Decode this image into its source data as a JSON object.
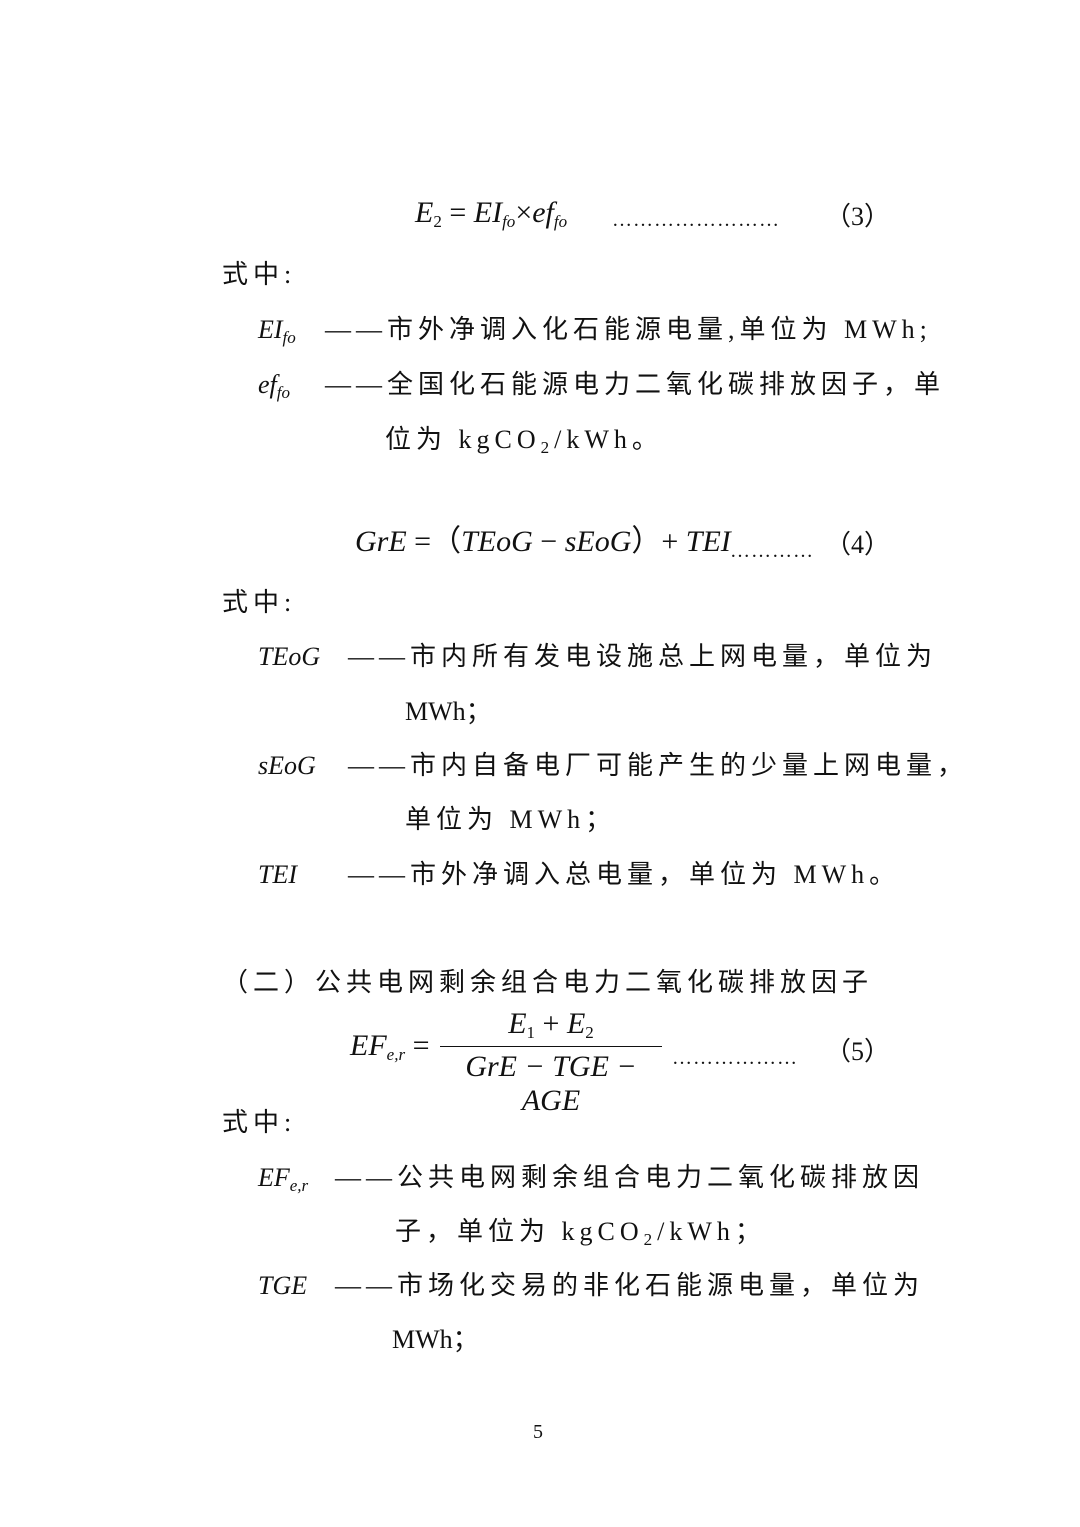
{
  "eq3": {
    "lhs": "E",
    "lhs_sub": "2",
    "eq": "=",
    "a": "EI",
    "a_sub": "fo",
    "op": "×",
    "b": "ef",
    "b_sub": "fo",
    "dots": "……………………",
    "num": "（3）"
  },
  "where1": "式中:",
  "defs1": [
    {
      "term": "EI",
      "term_sub": "fo",
      "dash": "——",
      "text": "市外净调入化石能源电量,单位为 MWh;"
    },
    {
      "term": "ef",
      "term_sub": "fo",
      "dash": "——",
      "text": "全国化石能源电力二氧化碳排放因子，单",
      "cont_pre": "位为 kgCO",
      "cont_sub": "2",
      "cont_post": "/kWh。"
    }
  ],
  "eq4": {
    "lhs": "GrE",
    "eq": " =（",
    "a": "TEoG",
    "minus": " − ",
    "b": "sEoG",
    "close": "）+ ",
    "c": "TEI",
    "dots": "…………",
    "num": "（4）"
  },
  "where2": "式中:",
  "defs2": [
    {
      "term": "TEoG",
      "dash": "——",
      "text": "市内所有发电设施总上网电量，单位为",
      "cont": "MWh；"
    },
    {
      "term": "sEoG",
      "dash": "——",
      "text": "市内自备电厂可能产生的少量上网电量，",
      "cont": "单位为 MWh；"
    },
    {
      "term": "TEI",
      "dash": "——",
      "text": "市外净调入总电量，单位为 MWh。"
    }
  ],
  "heading": "（二）公共电网剩余组合电力二氧化碳排放因子",
  "eq5": {
    "lhs": "EF",
    "lhs_sub": "e,r",
    "eq": "=",
    "num_a": "E",
    "num_a_sub": "1",
    "num_plus": " + ",
    "num_b": "E",
    "num_b_sub": "2",
    "den": "GrE − TGE − AGE",
    "dots": "………………",
    "num": "（5）"
  },
  "where3": "式中:",
  "defs3": [
    {
      "term": "EF",
      "term_sub": "e,r",
      "dash": "——",
      "text": "公共电网剩余组合电力二氧化碳排放因",
      "cont_pre": "子，单位为 kgCO",
      "cont_sub": "2",
      "cont_post": "/kWh；"
    },
    {
      "term": "TGE",
      "dash": "——",
      "text": "市场化交易的非化石能源电量，单位为",
      "cont": "MWh；"
    }
  ],
  "page_number": "5"
}
